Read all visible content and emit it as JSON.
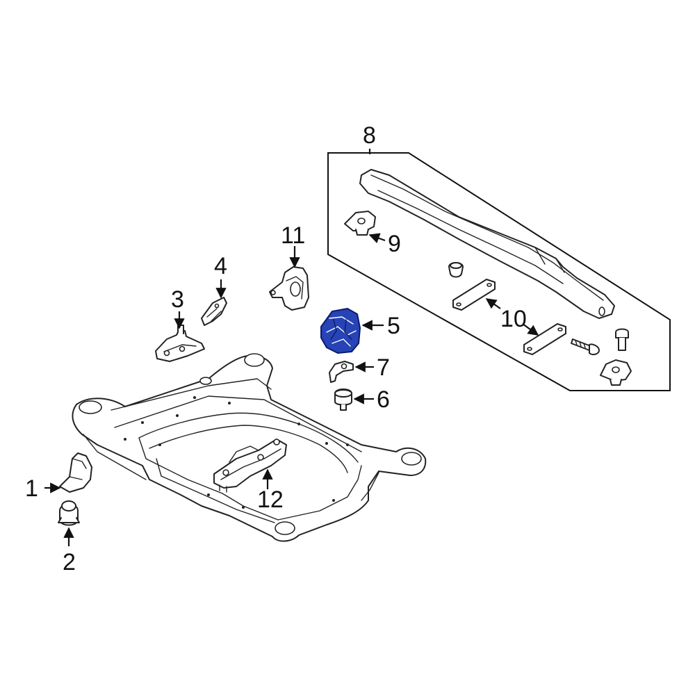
{
  "callouts": {
    "c1": "1",
    "c2": "2",
    "c3": "3",
    "c4": "4",
    "c5": "5",
    "c6": "6",
    "c7": "7",
    "c8": "8",
    "c9": "9",
    "c10": "10",
    "c11": "11",
    "c12": "12"
  },
  "colors": {
    "highlight": "#2743b5",
    "line": "#222222",
    "background": "#ffffff"
  }
}
